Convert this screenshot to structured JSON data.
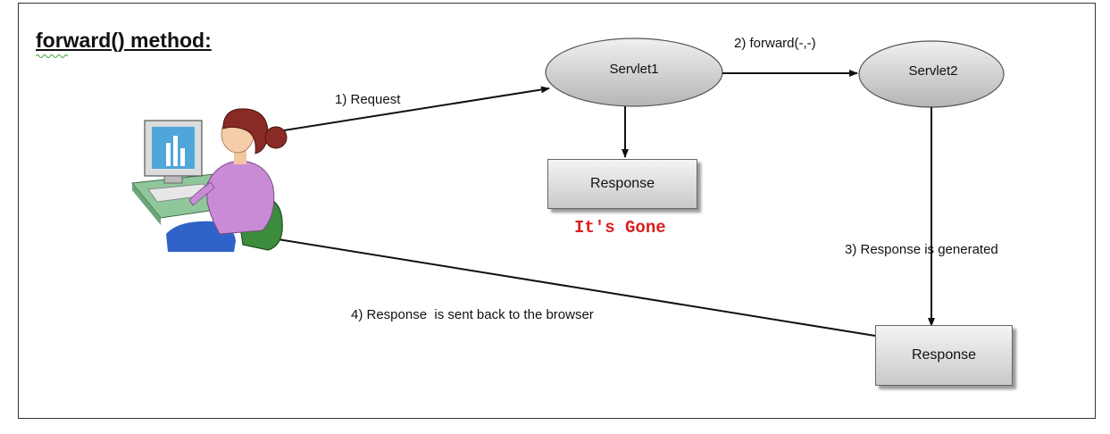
{
  "title": "forward() method:",
  "nodes": {
    "servlet1": "Servlet1",
    "servlet2": "Servlet2",
    "response1": "Response",
    "response2": "Response"
  },
  "annotation": "It's Gone",
  "edges": {
    "request": "1) Request",
    "forward": "2) forward(-,-)",
    "generated": "3) Response is generated",
    "sent_back": "4) Response  is sent back to the browser"
  },
  "colors": {
    "annotation": "#d81f1f",
    "node_fill": "#c8c8c8",
    "arrow": "#111111"
  }
}
